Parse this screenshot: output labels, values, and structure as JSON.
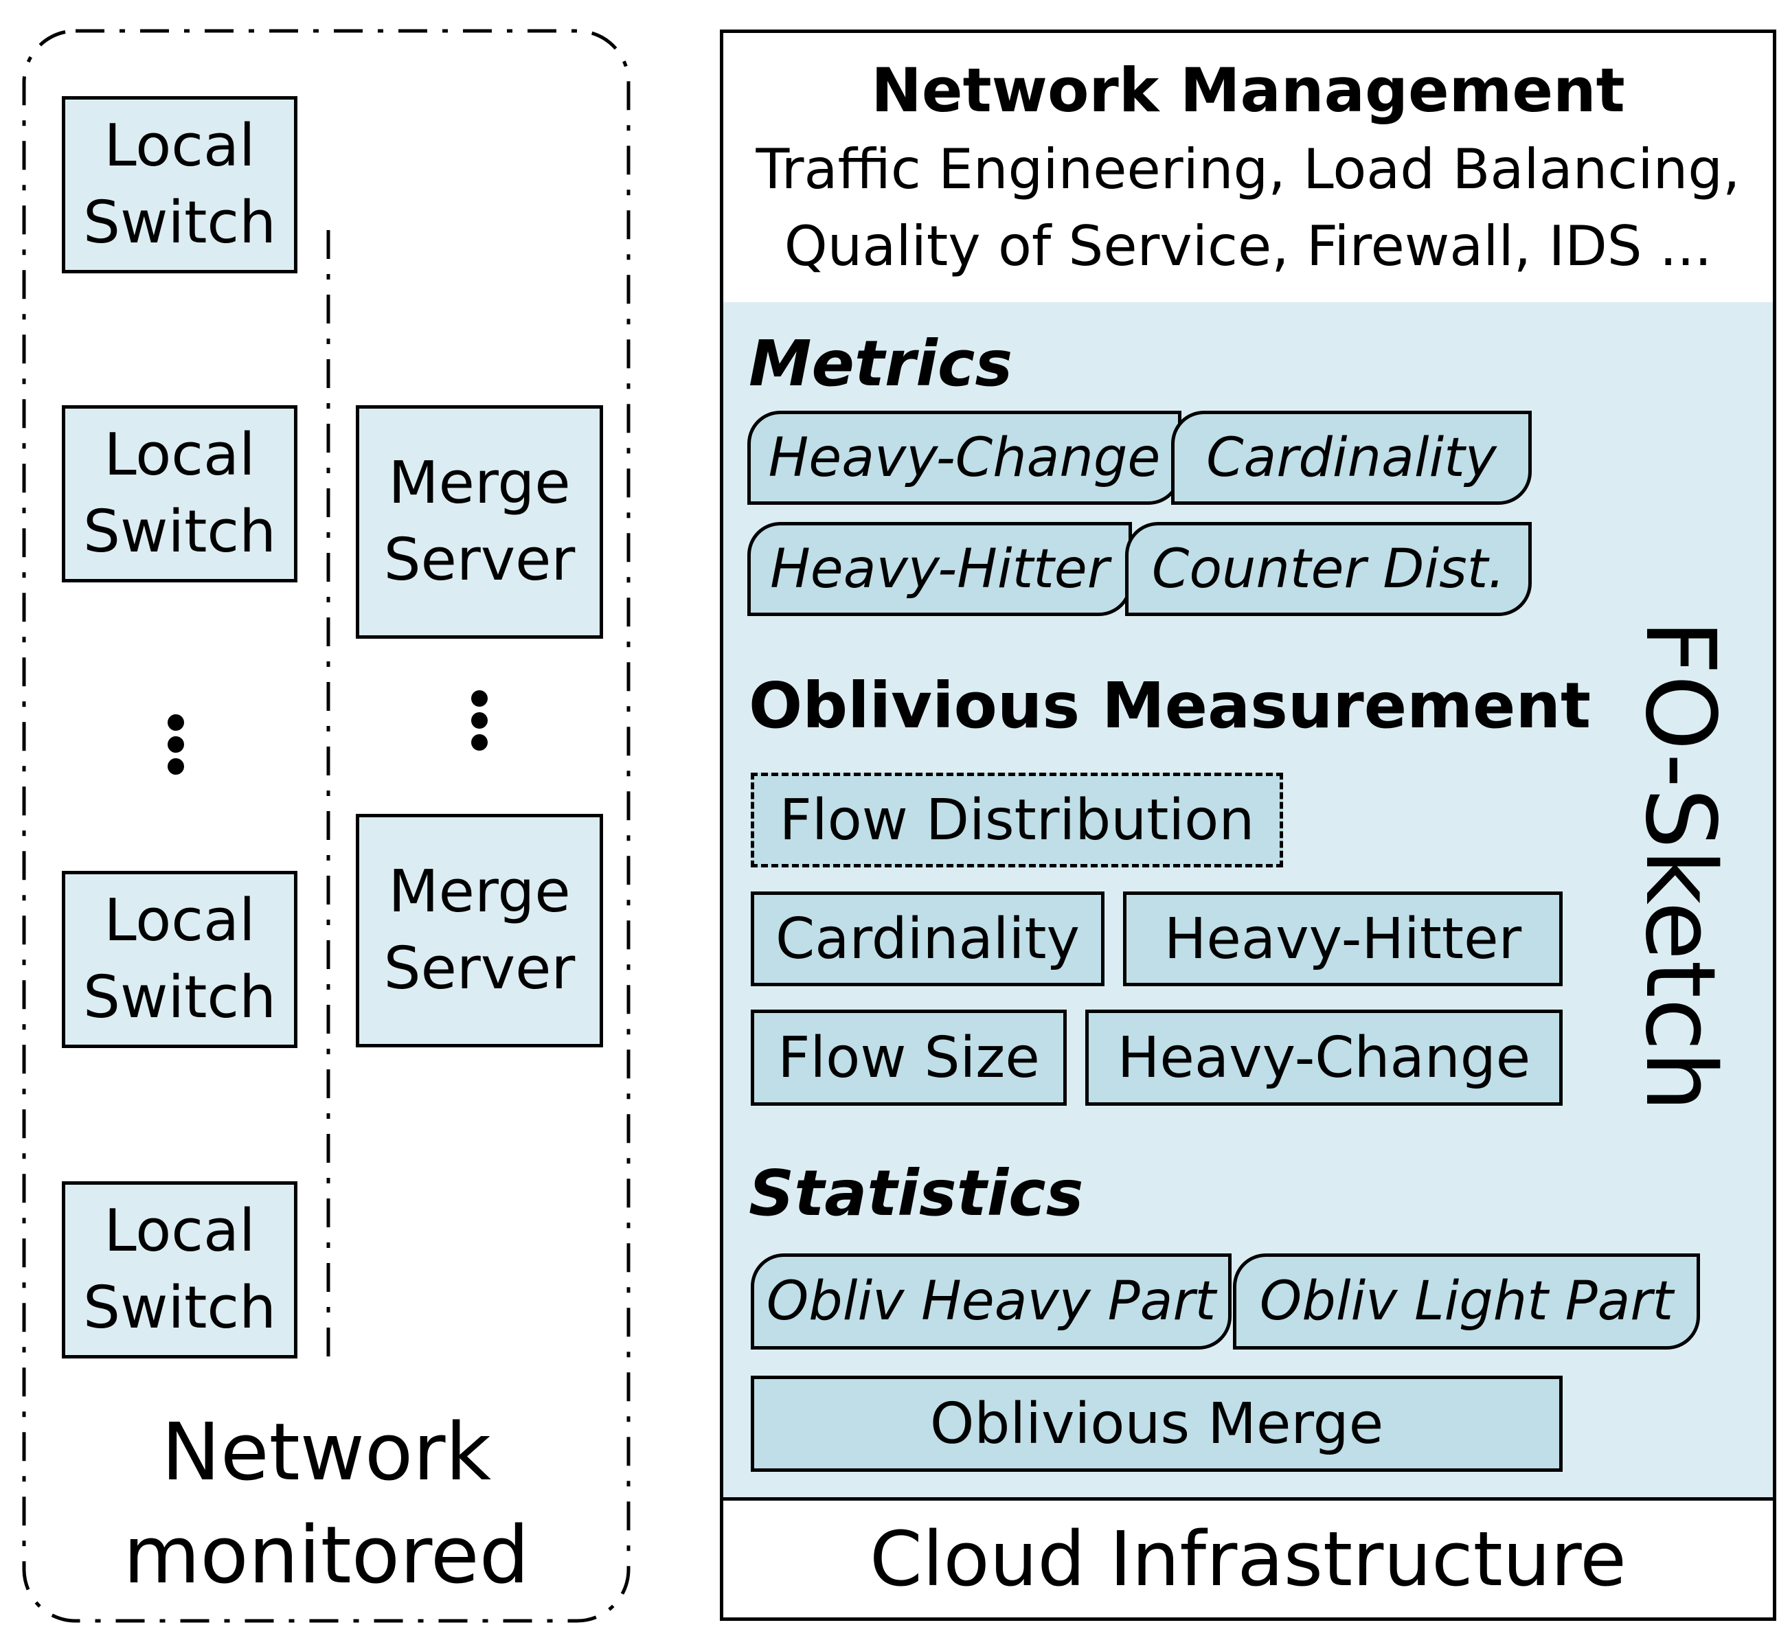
{
  "network": {
    "local_switches": [
      {
        "line1": "Local",
        "line2": "Switch"
      },
      {
        "line1": "Local",
        "line2": "Switch"
      },
      {
        "line1": "Local",
        "line2": "Switch"
      },
      {
        "line1": "Local",
        "line2": "Switch"
      }
    ],
    "merge_servers": [
      {
        "line1": "Merge",
        "line2": "Server"
      },
      {
        "line1": "Merge",
        "line2": "Server"
      }
    ],
    "caption": {
      "line1": "Network",
      "line2": "monitored"
    }
  },
  "stack": {
    "network_management": {
      "title": "Network Management",
      "line1": "Traffic Engineering, Load Balancing,",
      "line2": "Quality of Service, Firewall, IDS ..."
    },
    "fo_sketch_label": "FO-Sketch",
    "metrics": {
      "title": "Metrics",
      "items": [
        "Heavy-Change",
        "Cardinality",
        "Heavy-Hitter",
        "Counter Dist."
      ]
    },
    "oblivious_measurement": {
      "title": "Oblivious Measurement",
      "flow_distribution": "Flow Distribution",
      "items": [
        "Cardinality",
        "Heavy-Hitter",
        "Flow Size",
        "Heavy-Change"
      ]
    },
    "statistics": {
      "title": "Statistics",
      "items": [
        "Obliv Heavy Part",
        "Obliv Light Part"
      ],
      "merge": "Oblivious Merge"
    },
    "cloud_infrastructure": "Cloud Infrastructure"
  },
  "colors": {
    "light_fill": "#dbedf2",
    "mid_fill": "#bfdee7",
    "stroke": "#000000"
  }
}
